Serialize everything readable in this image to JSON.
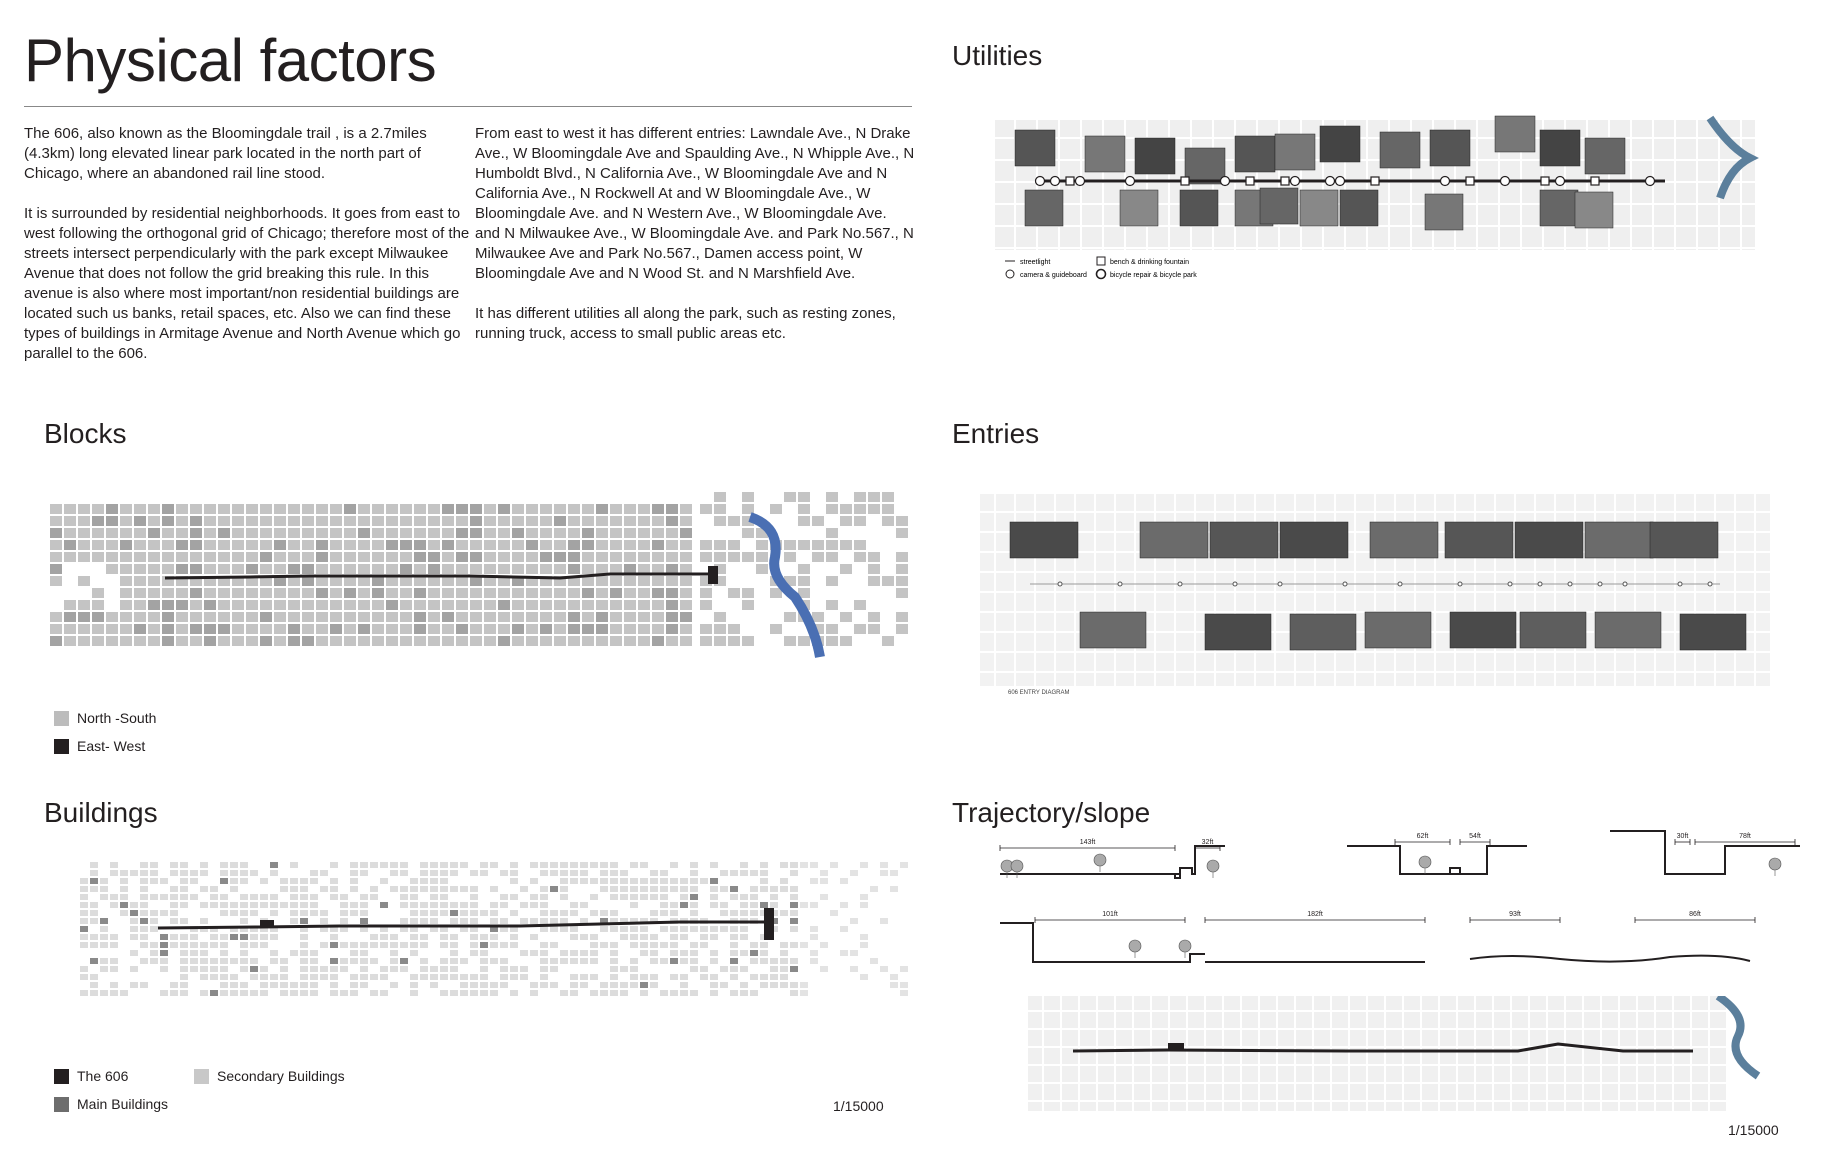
{
  "title": "Physical factors",
  "intro": {
    "col1": [
      "The 606, also known as the Bloomingdale trail , is a 2.7miles (4.3km)  long elevated  linear park located in the north part of Chicago, where an abandoned rail line stood.",
      "It is surrounded by residential neighborhoods. It goes from east to west following the orthogonal grid of Chicago; therefore most of the streets intersect perpendicularly with the park except Milwaukee Avenue that does not follow the grid breaking this rule. In this avenue is also where most important/non residential buildings are located such us banks, retail spaces, etc. Also we can find these types of buildings in Armitage Avenue and North Avenue which go parallel to the 606."
    ],
    "col2": [
      "From east to west it has different entries: Lawndale Ave., N Drake Ave., W Bloomingdale Ave and Spaulding Ave., N Whipple Ave., N Humboldt Blvd., N California Ave., W Bloomingdale Ave and N California Ave., N Rockwell At and W Bloomingdale Ave., W Bloomingdale Ave. and N Western Ave., W Bloomingdale Ave. and N Milwaukee Ave., W Bloomingdale Ave. and Park No.567., N Milwaukee Ave and Park No.567., Damen access point, W Bloomingdale Ave and N Wood St. and N Marshfield Ave.",
      "It has different utilities all along the park, such as resting zones, running truck,  access to small public areas etc."
    ]
  },
  "utilities": {
    "heading": "Utilities",
    "legend": {
      "streetlight": "streetlight",
      "bench": "bench & drinking fountain",
      "camera": "camera & guideboard",
      "bicycle": "bicycle repair & bicycle park"
    }
  },
  "blocks": {
    "heading": "Blocks",
    "legend": [
      "North -South",
      "East- West"
    ],
    "colors": {
      "ns": "#bcbcbc",
      "ew": "#231f20",
      "river": "#4a6fb3"
    }
  },
  "entries": {
    "heading": "Entries",
    "caption": "606 ENTRY DIAGRAM"
  },
  "buildings": {
    "heading": "Buildings",
    "legend": [
      "The 606",
      "Secondary Buildings",
      "Main Buildings"
    ],
    "scale": "1/15000",
    "colors": {
      "the606": "#231f20",
      "secondary": "#c8c8c8",
      "main": "#6d6d6d"
    }
  },
  "trajectory": {
    "heading": "Trajectory/slope",
    "dims": [
      "143ft",
      "32ft",
      "62ft",
      "54ft",
      "30ft",
      "78ft",
      "101ft",
      "182ft",
      "93ft",
      "86ft"
    ],
    "scale": "1/15000",
    "colors": {
      "river": "#5b7f9c"
    }
  }
}
